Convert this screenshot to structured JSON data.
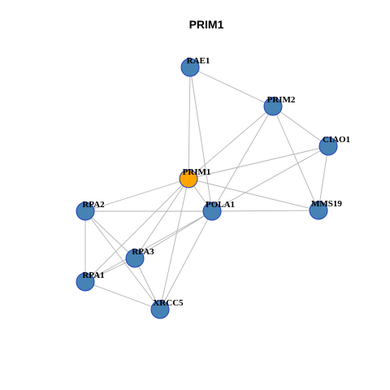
{
  "title": "PRIM1",
  "colors": {
    "focus_node": "#FFA500",
    "other_node": "#4682B4",
    "node_border": "#1F3FBF",
    "edge": "#B3B3B3"
  },
  "nodes": [
    {
      "id": "RAE1",
      "label": "RAE1",
      "focus": false
    },
    {
      "id": "PRIM2",
      "label": "PRIM2",
      "focus": false
    },
    {
      "id": "CIAO1",
      "label": "CIAO1",
      "focus": false
    },
    {
      "id": "PRIM1",
      "label": "PRIM1",
      "focus": true
    },
    {
      "id": "RPA2",
      "label": "RPA2",
      "focus": false
    },
    {
      "id": "POLA1",
      "label": "POLA1",
      "focus": false
    },
    {
      "id": "MMS19",
      "label": "MMS19",
      "focus": false
    },
    {
      "id": "RPA3",
      "label": "RPA3",
      "focus": false
    },
    {
      "id": "RPA1",
      "label": "RPA1",
      "focus": false
    },
    {
      "id": "XRCC5",
      "label": "XRCC5",
      "focus": false
    }
  ],
  "edges": [
    [
      "RAE1",
      "PRIM2"
    ],
    [
      "RAE1",
      "PRIM1"
    ],
    [
      "RAE1",
      "POLA1"
    ],
    [
      "PRIM2",
      "CIAO1"
    ],
    [
      "PRIM2",
      "PRIM1"
    ],
    [
      "PRIM2",
      "POLA1"
    ],
    [
      "PRIM2",
      "MMS19"
    ],
    [
      "CIAO1",
      "PRIM1"
    ],
    [
      "CIAO1",
      "POLA1"
    ],
    [
      "CIAO1",
      "MMS19"
    ],
    [
      "PRIM1",
      "RPA2"
    ],
    [
      "PRIM1",
      "MMS19"
    ],
    [
      "PRIM1",
      "RPA3"
    ],
    [
      "PRIM1",
      "RPA1"
    ],
    [
      "PRIM1",
      "XRCC5"
    ],
    [
      "PRIM1",
      "POLA1"
    ],
    [
      "RPA2",
      "POLA1"
    ],
    [
      "RPA2",
      "RPA1"
    ],
    [
      "RPA2",
      "RPA3"
    ],
    [
      "RPA2",
      "XRCC5"
    ],
    [
      "POLA1",
      "MMS19"
    ],
    [
      "POLA1",
      "RPA3"
    ],
    [
      "POLA1",
      "RPA1"
    ],
    [
      "POLA1",
      "XRCC5"
    ],
    [
      "RPA3",
      "RPA1"
    ],
    [
      "RPA3",
      "XRCC5"
    ],
    [
      "RPA1",
      "XRCC5"
    ]
  ]
}
